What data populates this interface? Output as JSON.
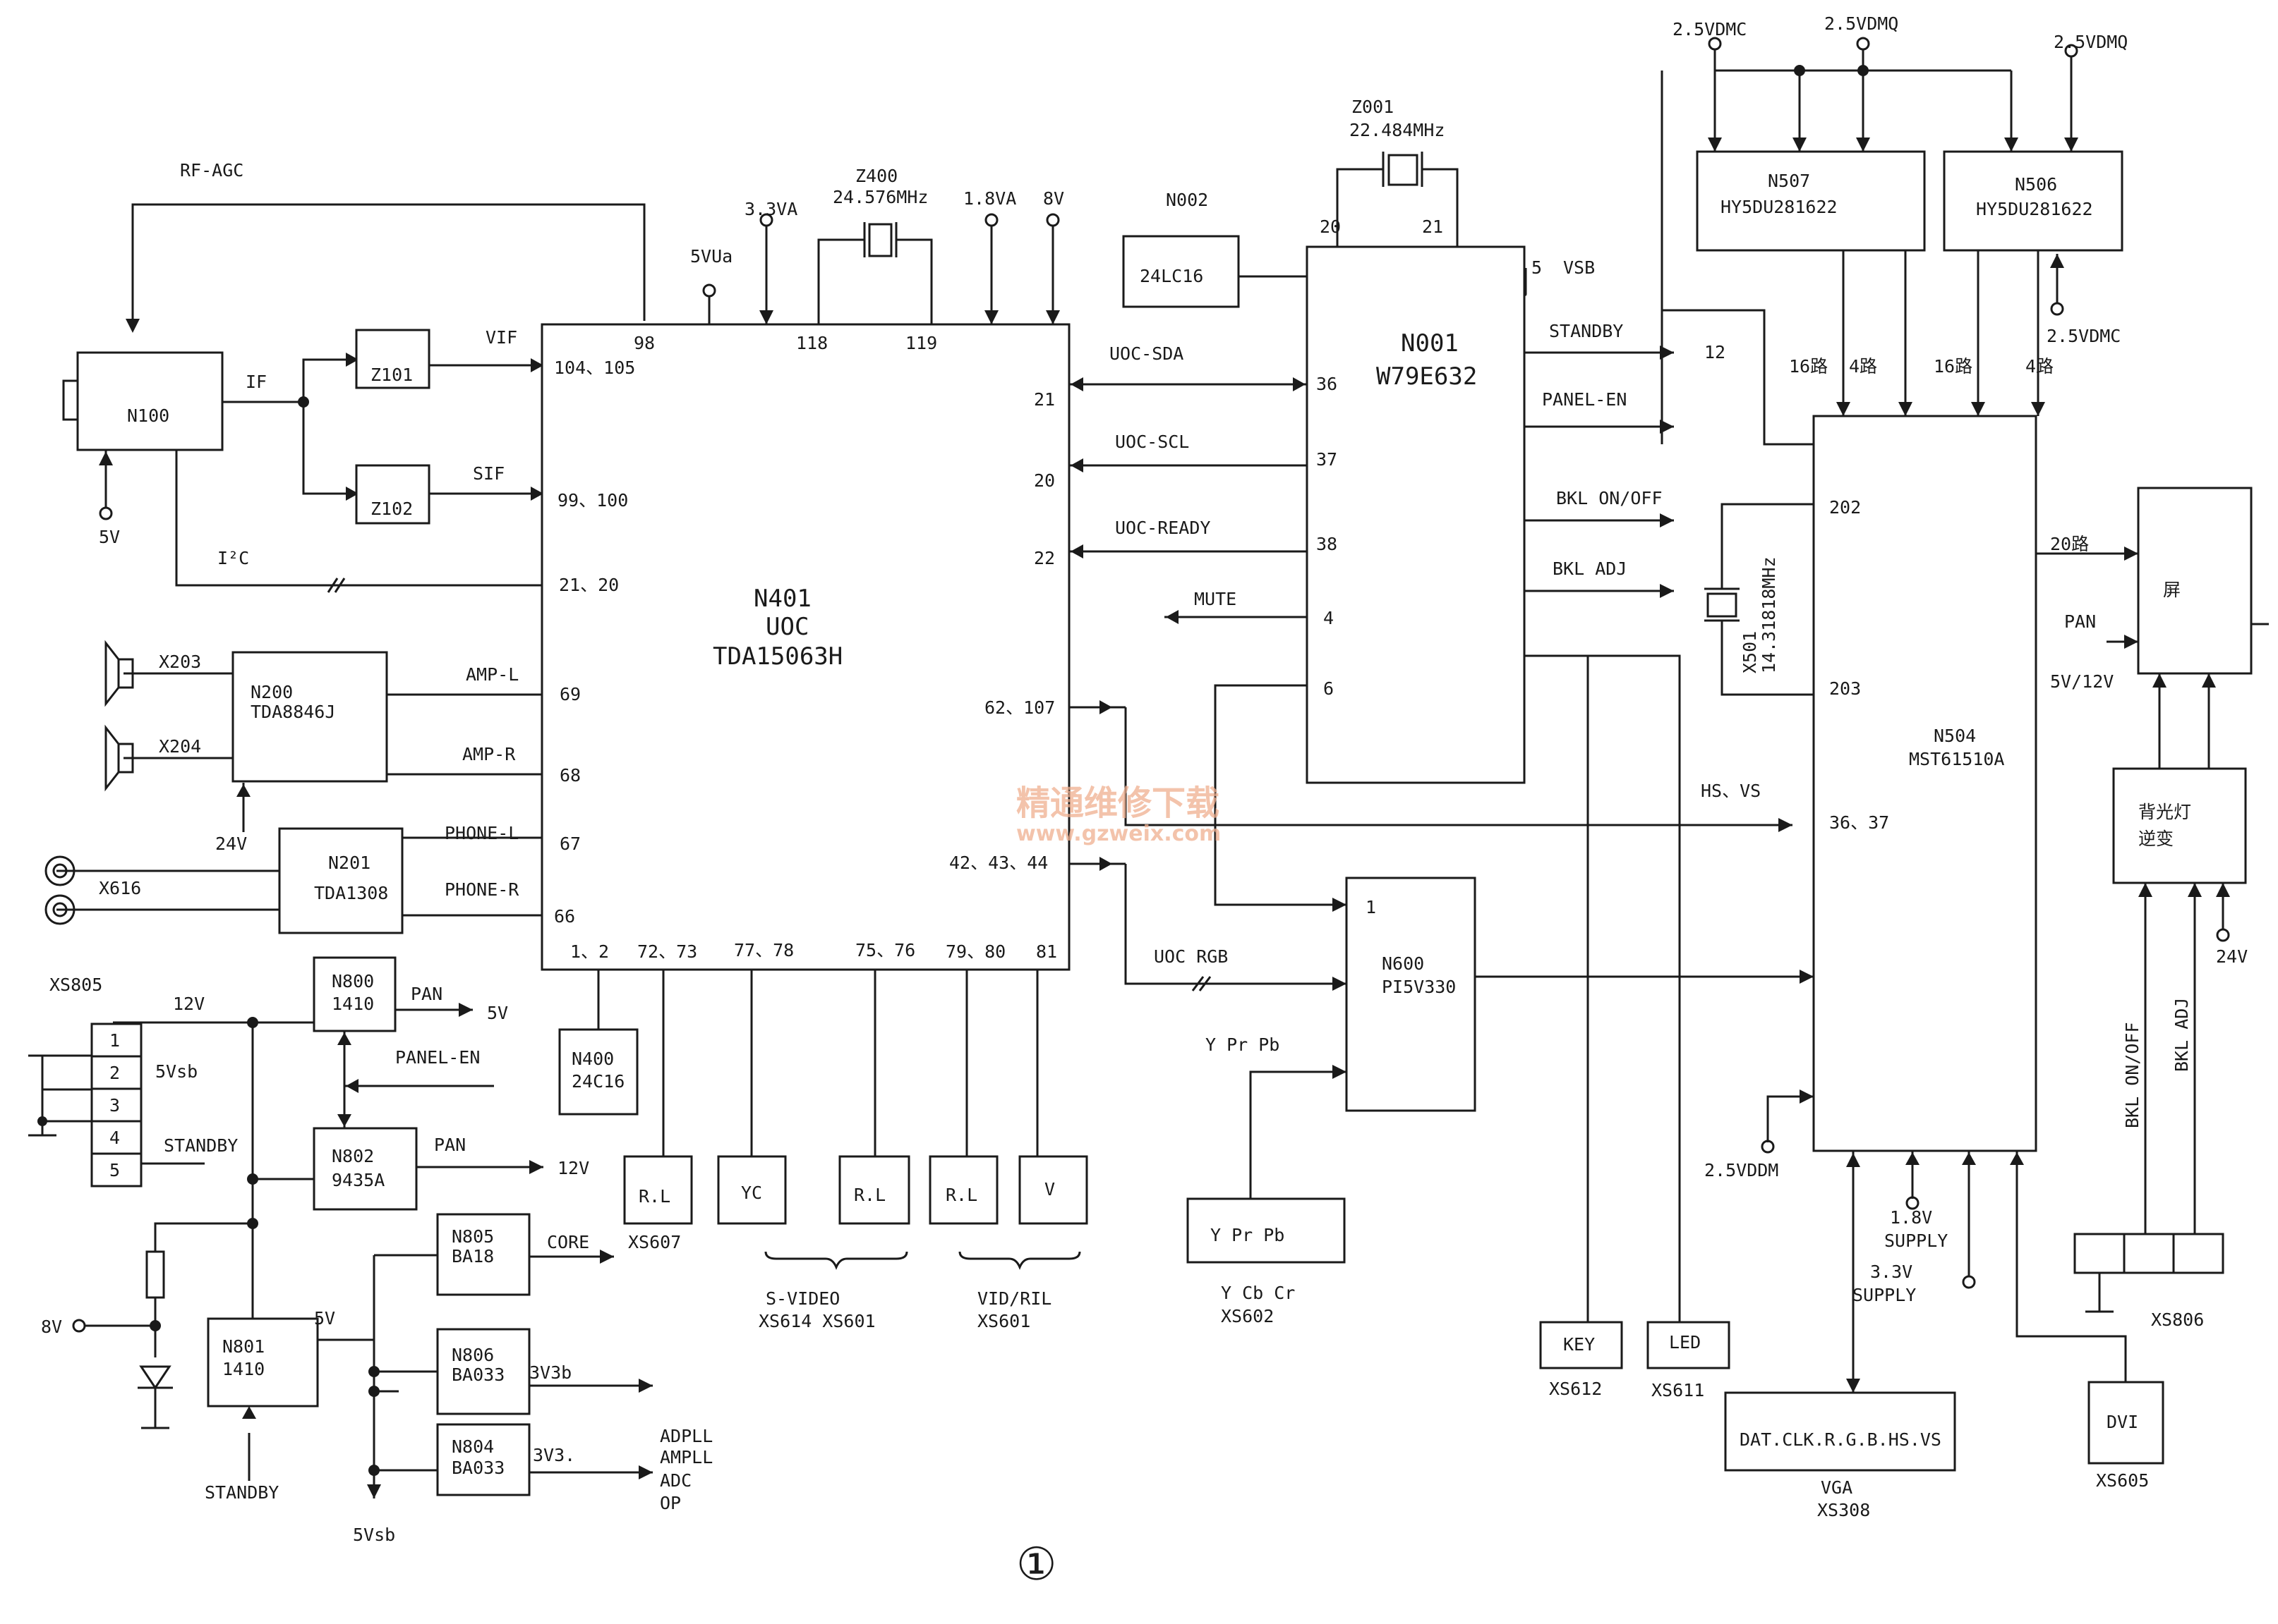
{
  "blocks": {
    "n100": "N100",
    "z101": "Z101",
    "z102": "Z102",
    "n200": [
      "N200",
      "TDA8846J"
    ],
    "n201": [
      "N201",
      "TDA1308"
    ],
    "n401": [
      "N401",
      "UOC",
      "TDA15063H"
    ],
    "n400": [
      "N400",
      "24C16"
    ],
    "n002_ref": "N002",
    "n002": "24LC16",
    "n001": [
      "N001",
      "W79E632"
    ],
    "n507": [
      "N507",
      "HY5DU281622"
    ],
    "n506": [
      "N506",
      "HY5DU281622"
    ],
    "n504": [
      "N504",
      "MST61510A"
    ],
    "screen": "屏",
    "backlight": [
      "背光灯",
      "逆变"
    ],
    "n600": [
      "N600",
      "PI5V330"
    ],
    "n800": [
      "N800",
      "1410"
    ],
    "n802": [
      "N802",
      "9435A"
    ],
    "n801": [
      "N801",
      "1410"
    ],
    "n805": [
      "N805",
      "BA18"
    ],
    "n806": [
      "N806",
      "BA033"
    ],
    "n804": [
      "N804",
      "BA033"
    ],
    "xs805_pins": [
      "1",
      "2",
      "3",
      "4",
      "5"
    ],
    "conn_xs607": "R.L",
    "conn_yc": "YC",
    "conn_xs614_rl": "R.L",
    "conn_vid_rl": "R.L",
    "conn_v": "V",
    "conn_ypr": "Y Pr   Pb",
    "key": "KEY",
    "led": "LED",
    "vga": "DAT.CLK.R.G.B.HS.VS",
    "dvi": "DVI"
  },
  "signals": {
    "rf_agc": "RF-AGC",
    "if": "IF",
    "vif": "VIF",
    "sif": "SIF",
    "i2c": "I²C",
    "v5": "5V",
    "amp_l": "AMP-L",
    "amp_r": "AMP-R",
    "phone_l": "PHONE-L",
    "phone_r": "PHONE-R",
    "x203": "X203",
    "x204": "X204",
    "v24": "24V",
    "x616": "X616",
    "v5ua": "5VUa",
    "v33a": "3.3VA",
    "z400": "Z400",
    "z400_freq": "24.576MHz",
    "v18a": "1.8VA",
    "v8": "8V",
    "z001": "Z001",
    "z001_freq": "22.484MHz",
    "vsb": "VSB",
    "uoc_sda": "UOC-SDA",
    "uoc_scl": "UOC-SCL",
    "uoc_ready": "UOC-READY",
    "mute": "MUTE",
    "standby": "STANDBY",
    "panel_en": "PANEL-EN",
    "bkl_onoff": "BKL ON/OFF",
    "bkl_adj": "BKL ADJ",
    "hs_vs": "HS、VS",
    "uoc_rgb": "UOC RGB",
    "ypbpr": "Y Pr Pb",
    "v25_vdmc": "2.5VDMC",
    "v25_vdmq": "2.5VDMQ",
    "v25_vdmq2": "2.5VDMQ",
    "v25_vdmc2": "2.5VDMC",
    "v25_vddm": "2.5VDDM",
    "lanes16a": "16路",
    "lanes4a": "4路",
    "lanes16b": "16路",
    "lanes4b": "4路",
    "lanes20": "20路",
    "pan": "PAN",
    "v5_12": "5V/12V",
    "x501": "X501",
    "x501_freq": "14.31818MHz",
    "supply18": [
      "1.8V",
      "SUPPLY"
    ],
    "supply33": [
      "3.3V",
      "SUPPLY"
    ],
    "v24b": "24V",
    "bkl_onoff_v": "BKL ON/OFF",
    "bkl_adj_v": "BKL ADJ",
    "xs805": "XS805",
    "v12": "12V",
    "v5vsb": "5Vsb",
    "standby2": "STANDBY",
    "pan2": "PAN",
    "v5b": "5V",
    "panel_en2": "PANEL-EN",
    "pan3": "PAN",
    "v12b": "12V",
    "core": "CORE",
    "v3v3b": "3V3b",
    "v3v3": "3V3.",
    "adpll": [
      "ADPLL",
      "AMPLL",
      "ADC",
      "OP"
    ],
    "v8b": "8V",
    "v5c": "5V",
    "standby3": "STANDBY",
    "v5vsb2": "5Vsb"
  },
  "pins": {
    "p98": "98",
    "p104": "104、105",
    "p99": "99、100",
    "p2120": "21、20",
    "p69": "69",
    "p68": "68",
    "p67": "67",
    "p66": "66",
    "p118": "118",
    "p119": "119",
    "p21": "21",
    "p20": "20",
    "p22": "22",
    "p62": "62、107",
    "p42": "42、43、44",
    "p12": "1、2",
    "p7273": "72、73",
    "p7778": "77、78",
    "p7576": "75、76",
    "p7980": "79、80",
    "p81": "81",
    "n001_20": "20",
    "n001_21": "21",
    "n001_5": "5",
    "n001_36": "36",
    "n001_37": "37",
    "n001_38": "38",
    "n001_4": "4",
    "n001_6": "6",
    "n001_12": "12",
    "n504_202": "202",
    "n504_203": "203",
    "n504_3637": "36、37",
    "n600_1": "1"
  },
  "captions": {
    "xs607": "XS607",
    "svideo": [
      "S-VIDEO",
      "XS614  XS601"
    ],
    "vidril": [
      "VID/RIL",
      "XS601"
    ],
    "ycbcr": "Y  Cb  Cr",
    "xs602": "XS602",
    "xs612": "XS612",
    "xs611": "XS611",
    "vga": [
      "VGA",
      "XS308"
    ],
    "xs605": "XS605",
    "xs806": "XS806",
    "figure_no": "①"
  },
  "watermark": [
    "精通维修下载",
    "www.gzweix.com"
  ]
}
